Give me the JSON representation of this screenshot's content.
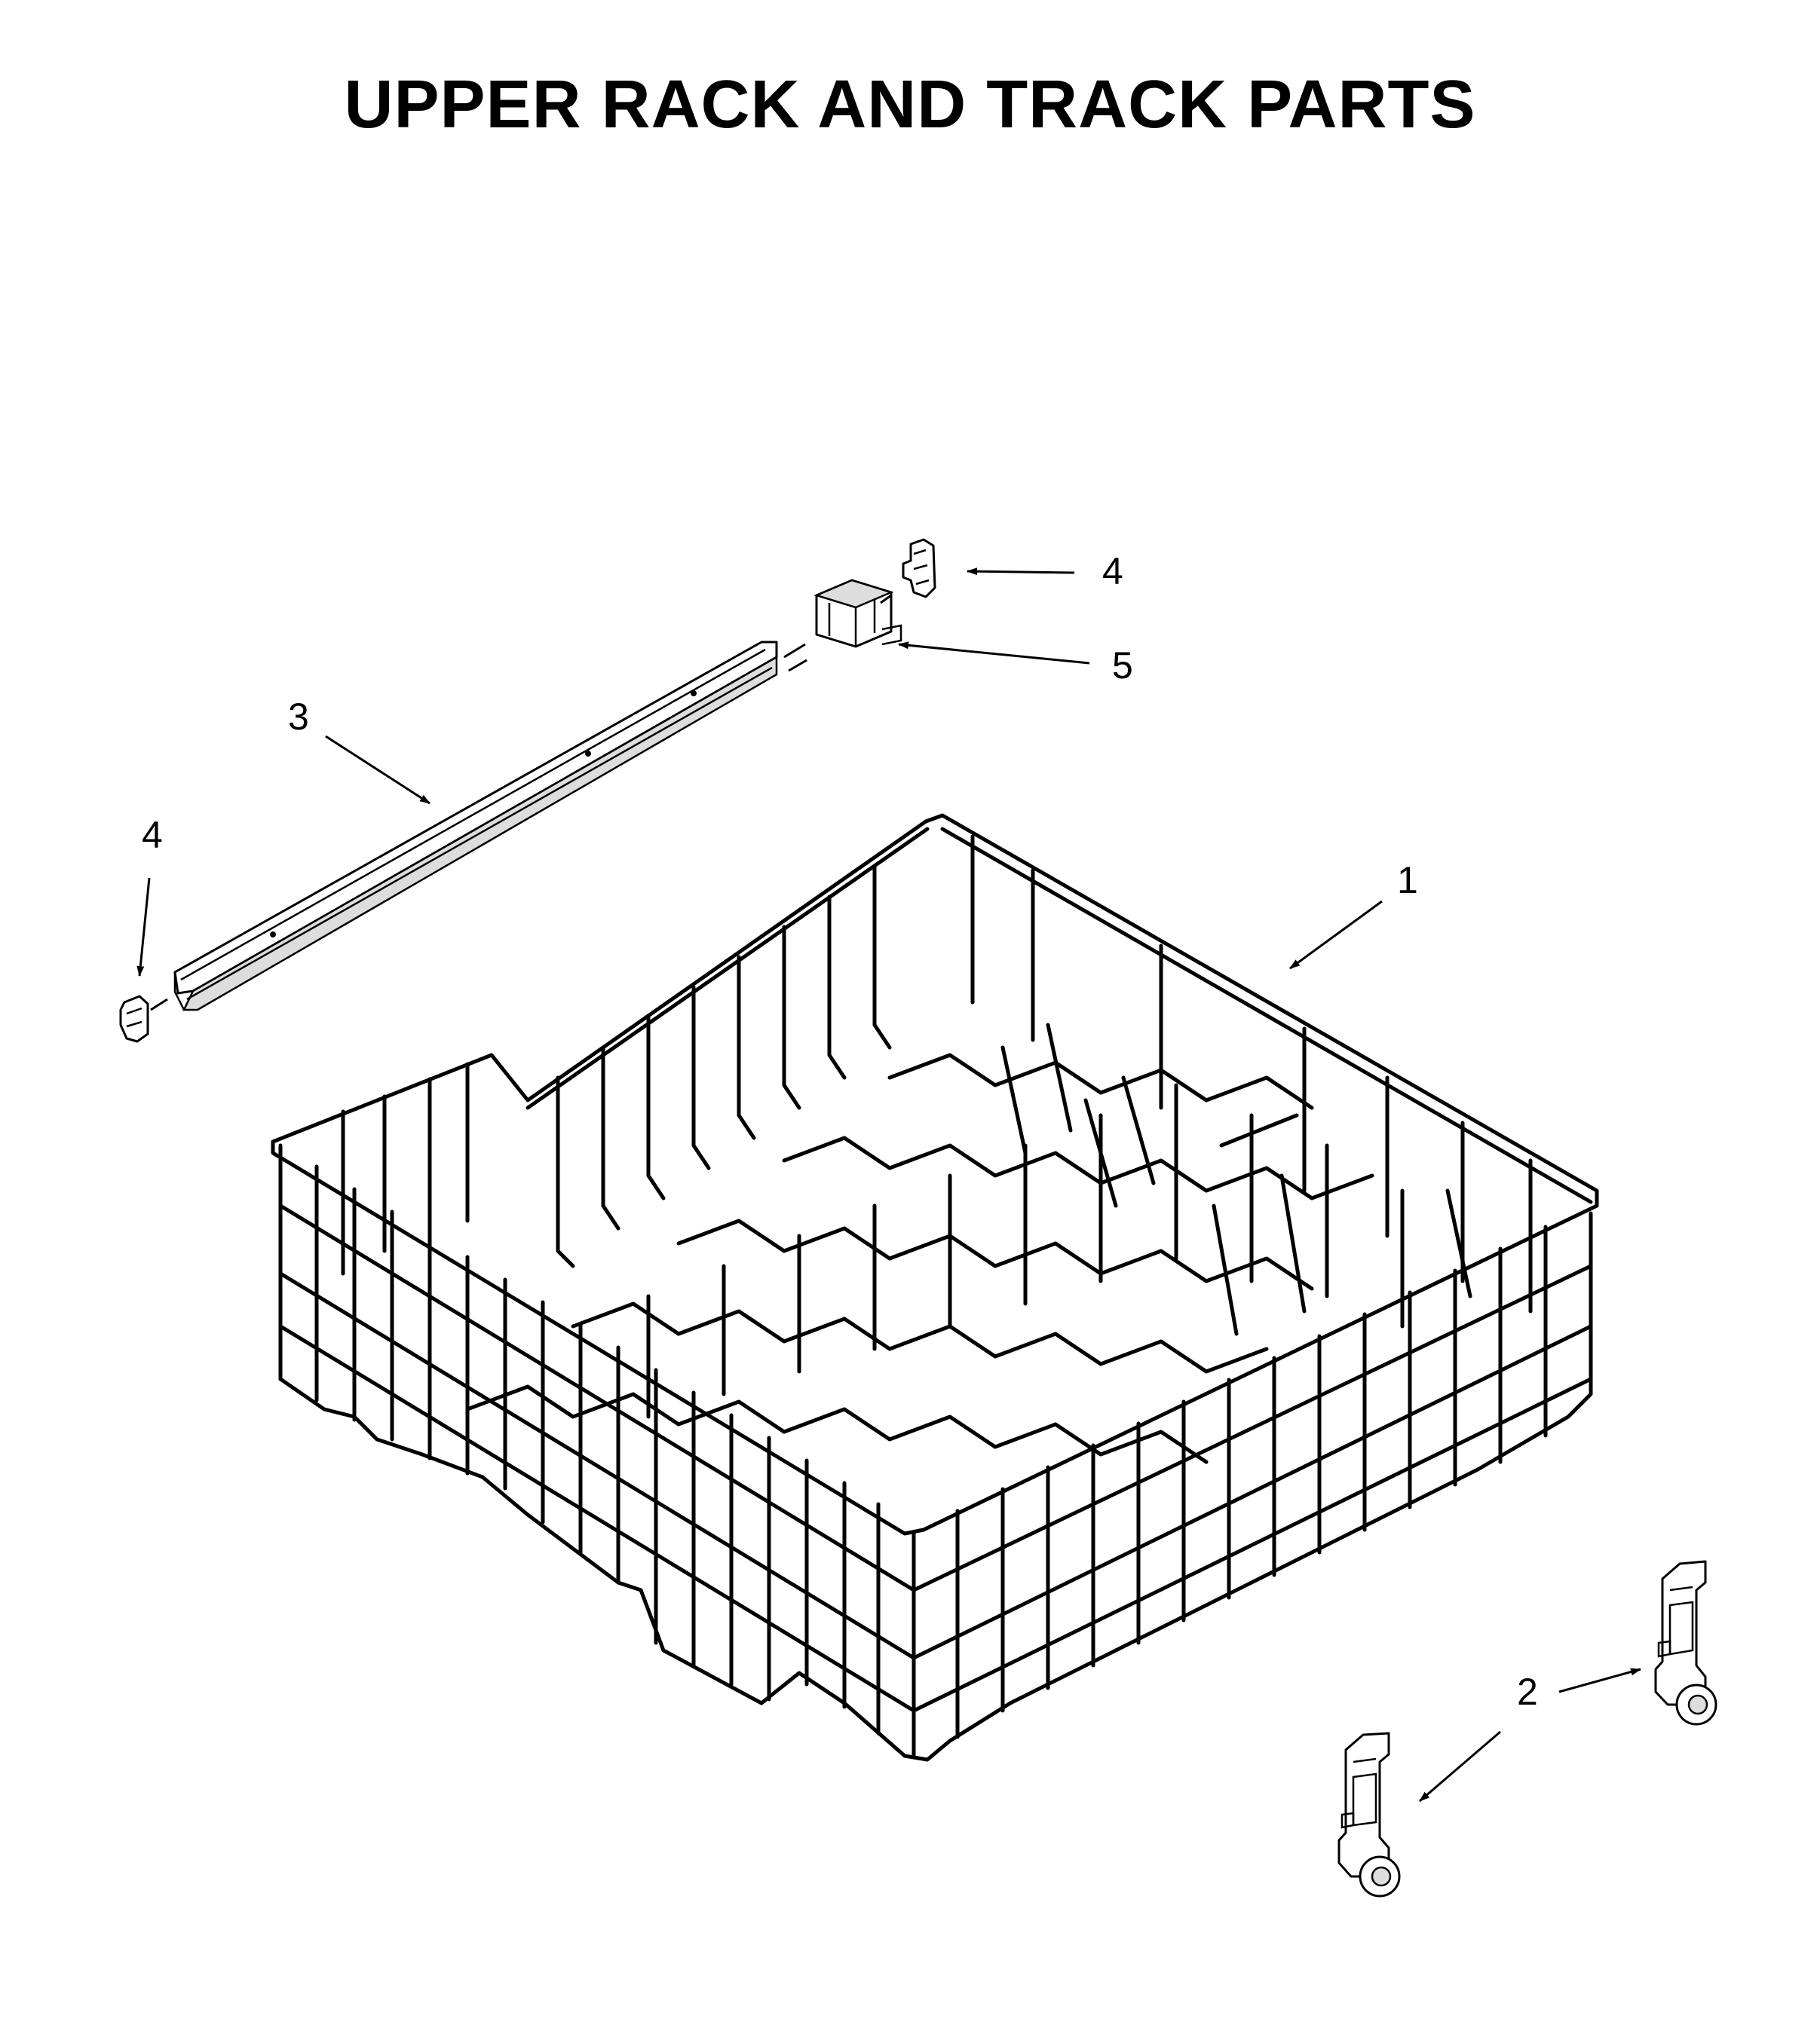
{
  "title": "UPPER RACK AND TRACK PARTS",
  "callouts": [
    "1",
    "2",
    "3",
    "4",
    "4",
    "5"
  ],
  "icons": [
    "upper-rack-basket",
    "rack-adjuster",
    "rack-track-rail",
    "track-end-cap",
    "track-stop"
  ]
}
